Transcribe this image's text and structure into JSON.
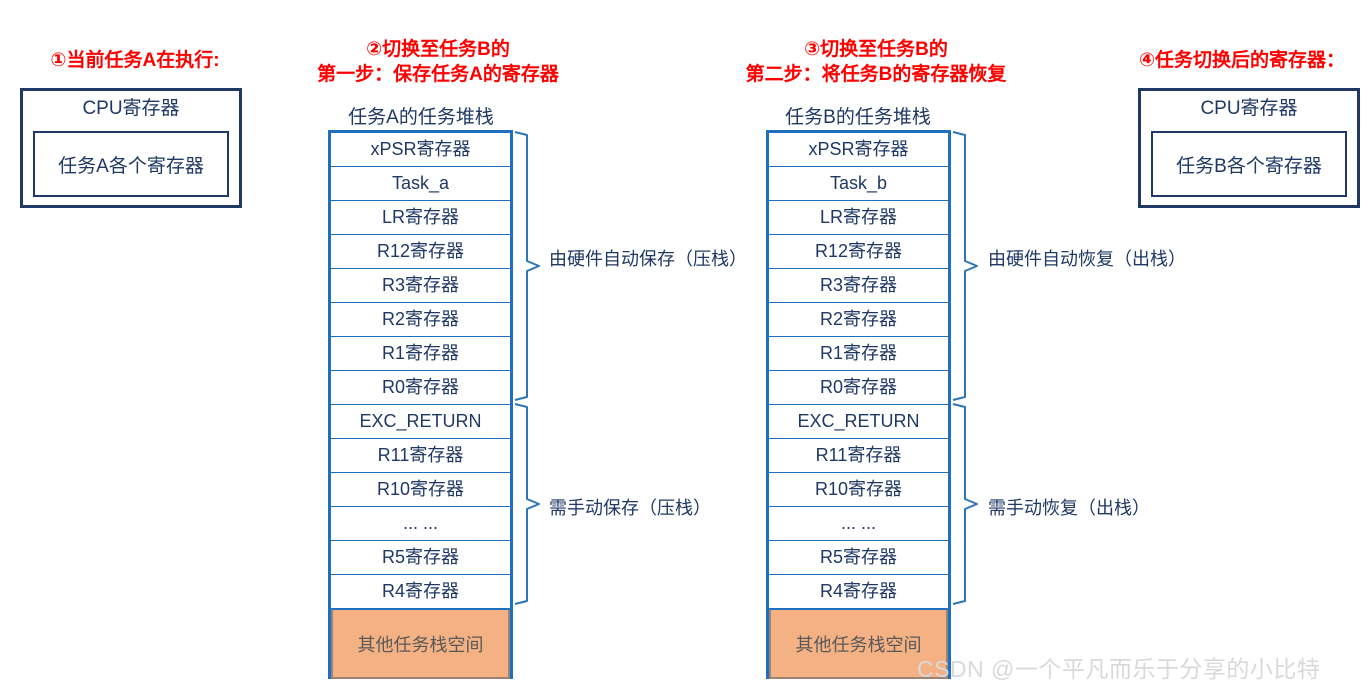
{
  "colors": {
    "step_red": "#FF0000",
    "dark_navy": "#1F3864",
    "stack_blue": "#1F6FC0",
    "free_orange": "#F4B183",
    "free_border": "#9C8374",
    "watermark_gray": "#D9D9D9"
  },
  "steps": [
    {
      "id": 1,
      "title": "①当前任务A在执行:"
    },
    {
      "id": 2,
      "title": "②切换至任务B的\n第一步：保存任务A的寄存器"
    },
    {
      "id": 3,
      "title": "③切换至任务B的\n第二步：将任务B的寄存器恢复"
    },
    {
      "id": 4,
      "title": "④任务切换后的寄存器："
    }
  ],
  "cpu_boxes": [
    {
      "title": "CPU寄存器",
      "inner": "任务A各个寄存器"
    },
    {
      "title": "CPU寄存器",
      "inner": "任务B各个寄存器"
    }
  ],
  "stacks": [
    {
      "caption": "任务A的任务堆栈",
      "rows": [
        "xPSR寄存器",
        "Task_a",
        "LR寄存器",
        "R12寄存器",
        "R3寄存器",
        "R2寄存器",
        "R1寄存器",
        "R0寄存器",
        "EXC_RETURN",
        "R11寄存器",
        "R10寄存器",
        "... ...",
        "R5寄存器",
        "R4寄存器"
      ],
      "free_space": "其他任务栈空间",
      "braces": [
        {
          "label": "由硬件自动保存（压栈）",
          "from_row": 0,
          "to_row": 7
        },
        {
          "label": "需手动保存（压栈）",
          "from_row": 8,
          "to_row": 13
        }
      ]
    },
    {
      "caption": "任务B的任务堆栈",
      "rows": [
        "xPSR寄存器",
        "Task_b",
        "LR寄存器",
        "R12寄存器",
        "R3寄存器",
        "R2寄存器",
        "R1寄存器",
        "R0寄存器",
        "EXC_RETURN",
        "R11寄存器",
        "R10寄存器",
        "... ...",
        "R5寄存器",
        "R4寄存器"
      ],
      "free_space": "其他任务栈空间",
      "braces": [
        {
          "label": "由硬件自动恢复（出栈）",
          "from_row": 0,
          "to_row": 7
        },
        {
          "label": "需手动恢复（出栈）",
          "from_row": 8,
          "to_row": 13
        }
      ]
    }
  ],
  "watermark": "CSDN @一个平凡而乐于分享的小比特"
}
